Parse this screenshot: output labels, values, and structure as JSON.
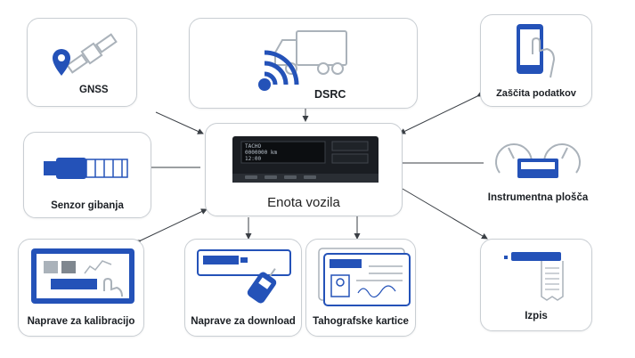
{
  "colors": {
    "accent": "#2452b8",
    "icon_gray": "#aab2ba",
    "border": "#c9ced3",
    "arrow": "#3a3f45"
  },
  "center": {
    "label": "Enota vozila",
    "device_display": [
      "TACHO",
      "0000000 km",
      "12:00"
    ]
  },
  "nodes": {
    "gnss": {
      "label": "GNSS",
      "icon": "satellite-map-pin-icon"
    },
    "dsrc": {
      "label": "DSRC",
      "icon": "truck-signal-icon"
    },
    "data_protection": {
      "label": "Zaščita podatkov",
      "icon": "phone-touch-icon"
    },
    "motion_sensor": {
      "label": "Senzor gibanja",
      "icon": "motion-sensor-icon"
    },
    "instrument_panel": {
      "label": "Instrumentna plošča",
      "icon": "gauges-icon"
    },
    "calibration": {
      "label": "Naprave za kalibracijo",
      "icon": "calibration-screen-icon"
    },
    "download": {
      "label": "Naprave za download",
      "icon": "download-device-icon"
    },
    "cards": {
      "label": "Tahografske kartice",
      "icon": "tachograph-card-icon"
    },
    "printout": {
      "label": "Izpis",
      "icon": "printout-icon"
    }
  }
}
